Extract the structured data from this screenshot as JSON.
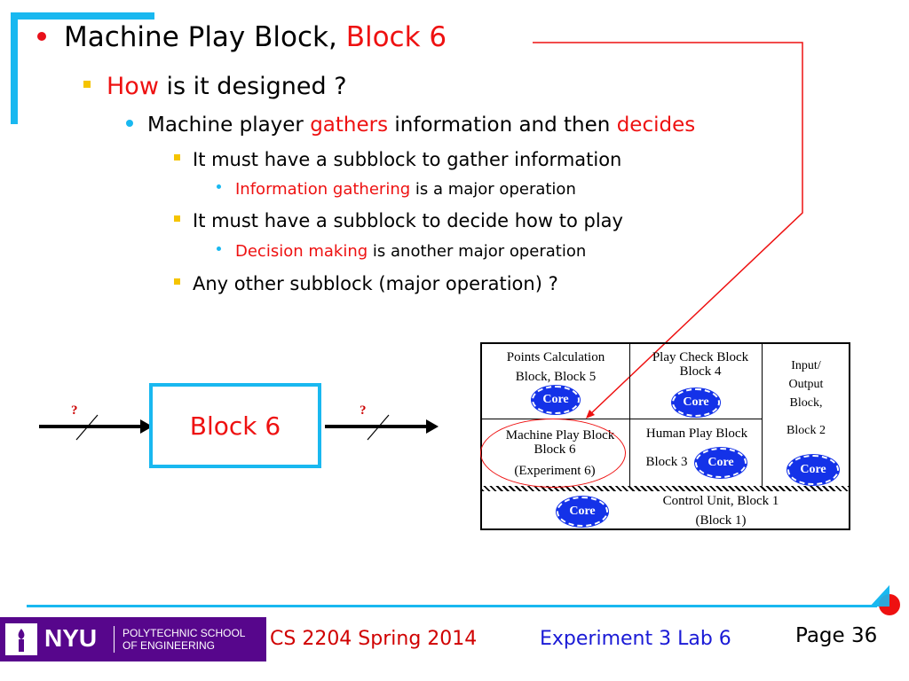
{
  "slide": {
    "title_prefix": "Machine Play Block, ",
    "title_highlight": "Block 6",
    "how_highlight": "How",
    "how_rest": " is it designed ?",
    "machine_player": "Machine player ",
    "gathers": "gathers",
    "info_then": " information and then ",
    "decides": "decides",
    "sub1": "It must have a subblock to gather information",
    "sub1_detail_highlight": "Information gathering",
    "sub1_detail_rest": " is a major operation",
    "sub2": "It must have a subblock to decide how to play",
    "sub2_detail_highlight": "Decision making",
    "sub2_detail_rest": " is another major operation",
    "sub3": "Any other subblock (major operation) ?"
  },
  "flow": {
    "block_label": "Block 6",
    "input_mark": "?",
    "output_mark": "?"
  },
  "diagram": {
    "points_calc_line1": "Points Calculation",
    "points_calc_line2": "Block, Block 5",
    "play_check_line1": "Play Check Block",
    "play_check_line2": "Block 4",
    "io_line1": "Input/",
    "io_line2": "Output",
    "io_line3": "Block,",
    "io_line4": "Block 2",
    "machine_play_line1": "Machine Play Block",
    "machine_play_line2": "Block 6",
    "machine_play_line3": "(Experiment 6)",
    "human_play_line1": "Human Play Block",
    "human_play_block": "Block 3",
    "control_line1": "Control Unit, Block 1",
    "control_line2": "(Block 1)",
    "core_label": "Core"
  },
  "footer": {
    "logo_text": "NYU",
    "school_line1": "POLYTECHNIC SCHOOL",
    "school_line2": "OF ENGINEERING",
    "course": "CS 2204 Spring 2014",
    "experiment": "Experiment 3 Lab 6",
    "page": "Page 36"
  },
  "colors": {
    "accent_cyan": "#19b8f0",
    "highlight_red": "#ee1111",
    "core_blue": "#1432e8",
    "nyu_purple": "#57068c",
    "footer_blue": "#1a1ad6"
  }
}
